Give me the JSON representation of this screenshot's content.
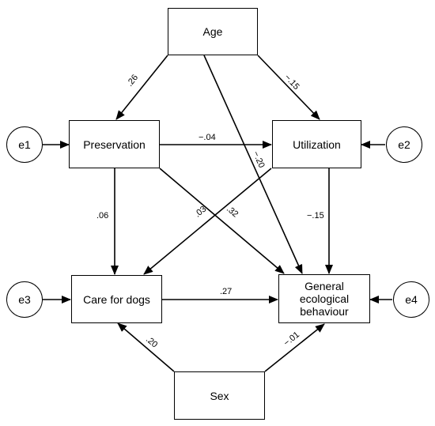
{
  "nodes": {
    "age": "Age",
    "preservation": "Preservation",
    "utilization": "Utilization",
    "care_for_dogs": "Care for dogs",
    "general_ecological_behaviour": "General\necological\nbehaviour",
    "sex": "Sex",
    "e1": "e1",
    "e2": "e2",
    "e3": "e3",
    "e4": "e4"
  },
  "paths": {
    "age_to_preservation": ".26",
    "age_to_utilization": "−.15",
    "age_to_general": "−.20",
    "preservation_to_utilization": "−.04",
    "preservation_to_care": ".06",
    "preservation_to_general": ".32",
    "utilization_to_care": ".03",
    "utilization_to_general": "−.15",
    "care_to_general": ".27",
    "sex_to_care": ".20",
    "sex_to_general": "−.01"
  },
  "colors": {
    "line": "#000000",
    "background": "#ffffff"
  }
}
